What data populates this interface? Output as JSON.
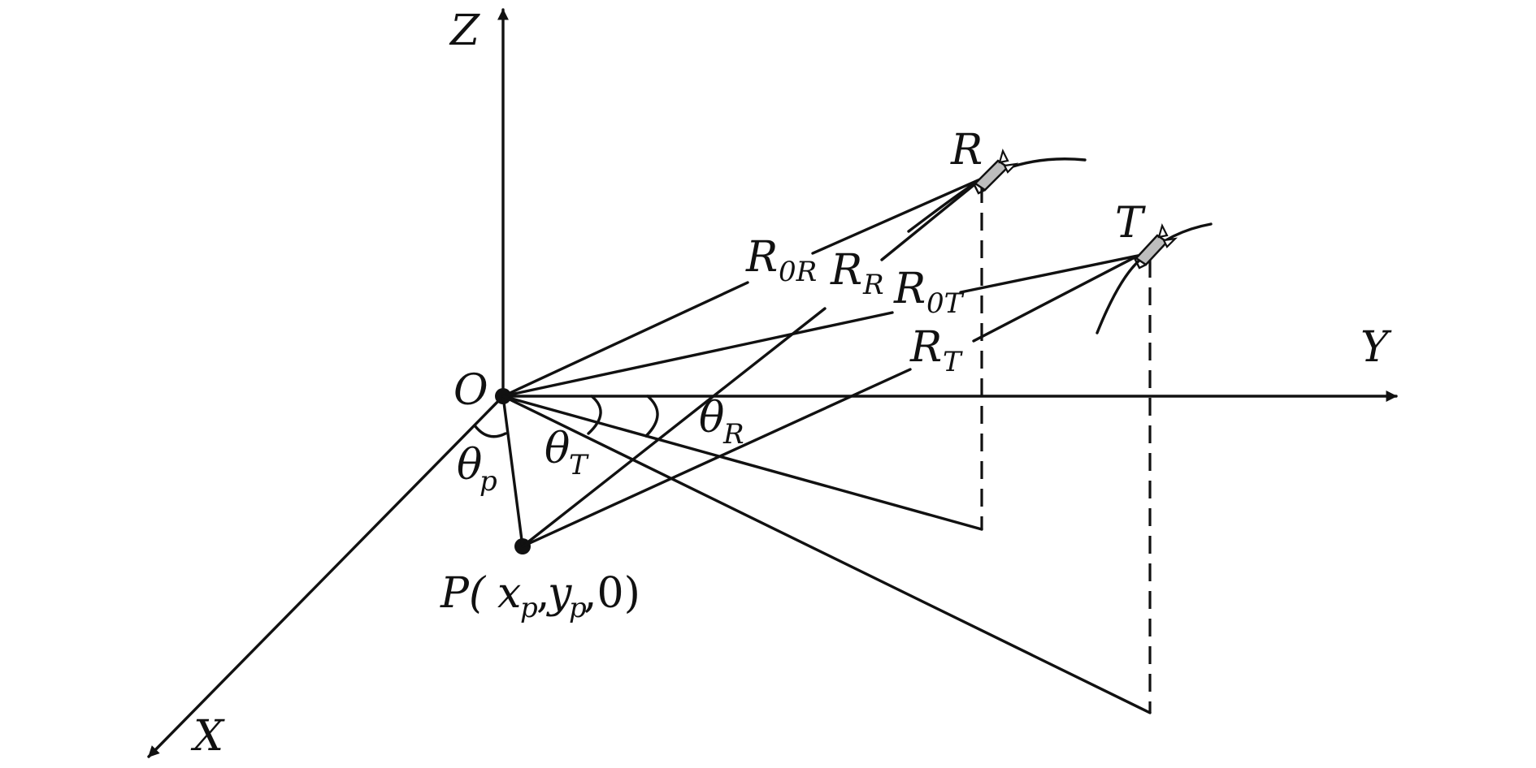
{
  "diagram": {
    "axes": {
      "z": "Z",
      "y": "Y",
      "x": "X",
      "origin": "O"
    },
    "points": {
      "receiver": "R",
      "transmitter": "T",
      "p_label_main": "P(",
      "p_x": "x",
      "p_x_sub": "p",
      "p_comma1": ",",
      "p_y": "y",
      "p_y_sub": "p",
      "p_rest": ",0)"
    },
    "ranges": {
      "r0r_main": "R",
      "r0r_sub": "0R",
      "rr_main": "R",
      "rr_sub": "R",
      "r0t_main": "R",
      "r0t_sub": "0T",
      "rt_main": "R",
      "rt_sub": "T"
    },
    "angles": {
      "theta_p_main": "θ",
      "theta_p_sub": "p",
      "theta_t_main": "θ",
      "theta_t_sub": "T",
      "theta_r_main": "θ",
      "theta_r_sub": "R"
    },
    "colors": {
      "ink": "#111111",
      "aircraft_body": "#bdbdbd",
      "background": "#ffffff"
    }
  }
}
